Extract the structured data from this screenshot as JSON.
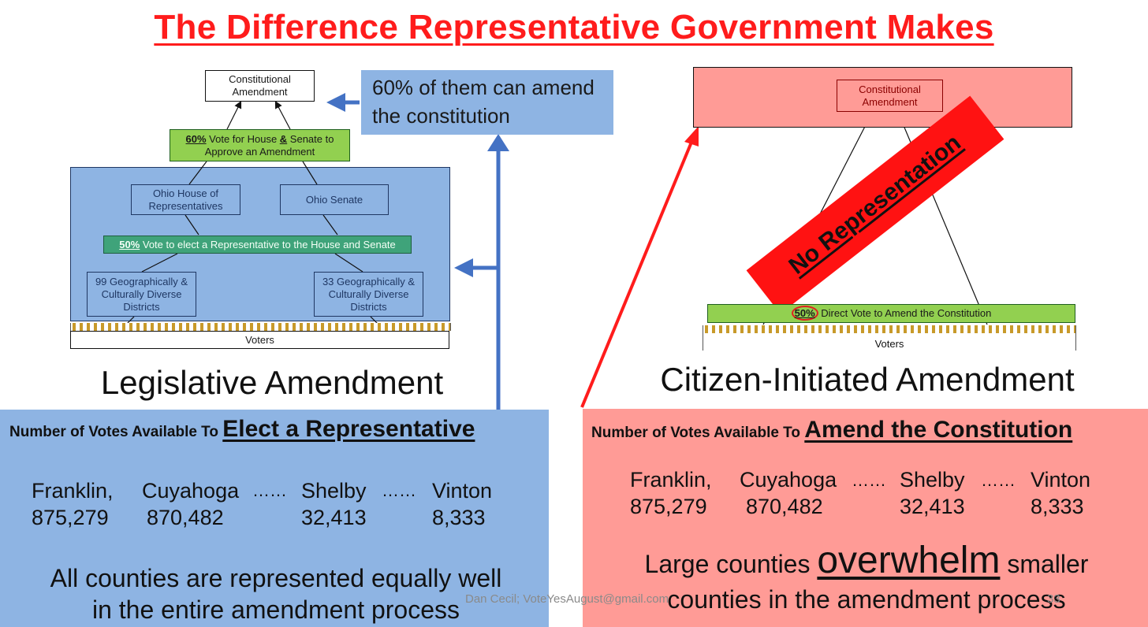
{
  "title": "The Difference Representative Government Makes",
  "left": {
    "constitutional_amendment": "Constitutional Amendment",
    "vote_house_senate_pct": "60%",
    "vote_house_senate_rest": " Vote for House ",
    "vote_house_senate_amp": "&",
    "vote_house_senate_end": " Senate to Approve an Amendment",
    "ohio_house": "Ohio House of Representatives",
    "ohio_senate": "Ohio Senate",
    "elect_pct": "50%",
    "elect_rest": " Vote to elect a Representative to the House and Senate",
    "districts_99": "99 Geographically & Culturally Diverse Districts",
    "districts_33": "33 Geographically & Culturally Diverse Districts",
    "voters": "Voters",
    "callout": "60% of them can amend the constitution",
    "caption": "Legislative Amendment"
  },
  "right": {
    "constitutional_amendment": "Constitutional Amendment",
    "no_representation": "No Representation",
    "direct_pct": "50%",
    "direct_rest": " Direct Vote to Amend the Constitution",
    "voters": "Voters",
    "caption": "Citizen-Initiated Amendment"
  },
  "left_panel": {
    "heading_small": "Number of Votes Available To ",
    "heading_big": "Elect a Representative",
    "counties": [
      {
        "name": "Franklin,",
        "votes": "875,279"
      },
      {
        "name": "Cuyahoga",
        "votes": "870,482"
      },
      {
        "name": "Shelby",
        "votes": "32,413"
      },
      {
        "name": "Vinton",
        "votes": "8,333"
      }
    ],
    "ellipsis": "……",
    "bottom_line1": "All counties are represented equally well",
    "bottom_line2": "in the entire amendment process"
  },
  "right_panel": {
    "heading_small": "Number of Votes Available To ",
    "heading_big": "Amend the Constitution",
    "counties": [
      {
        "name": "Franklin,",
        "votes": "875,279"
      },
      {
        "name": "Cuyahoga",
        "votes": "870,482"
      },
      {
        "name": "Shelby",
        "votes": "32,413"
      },
      {
        "name": "Vinton",
        "votes": "8,333"
      }
    ],
    "ellipsis": "……",
    "bottom_pre": "Large counties ",
    "bottom_big": "overwhelm",
    "bottom_post": " smaller",
    "bottom_line2": "counties in the amendment process"
  },
  "footer": {
    "credit": "Dan Cecil; VoteYesAugust@gmail.com",
    "slide_number": "33"
  },
  "colors": {
    "title_red": "#ff1c1c",
    "blue_panel": "#8eb4e3",
    "pink_panel": "#ff9b96",
    "green_box": "#92d050",
    "teal_box": "#3fa37a",
    "arrow_blue": "#4472c4",
    "arrow_red": "#ff1c1c"
  }
}
